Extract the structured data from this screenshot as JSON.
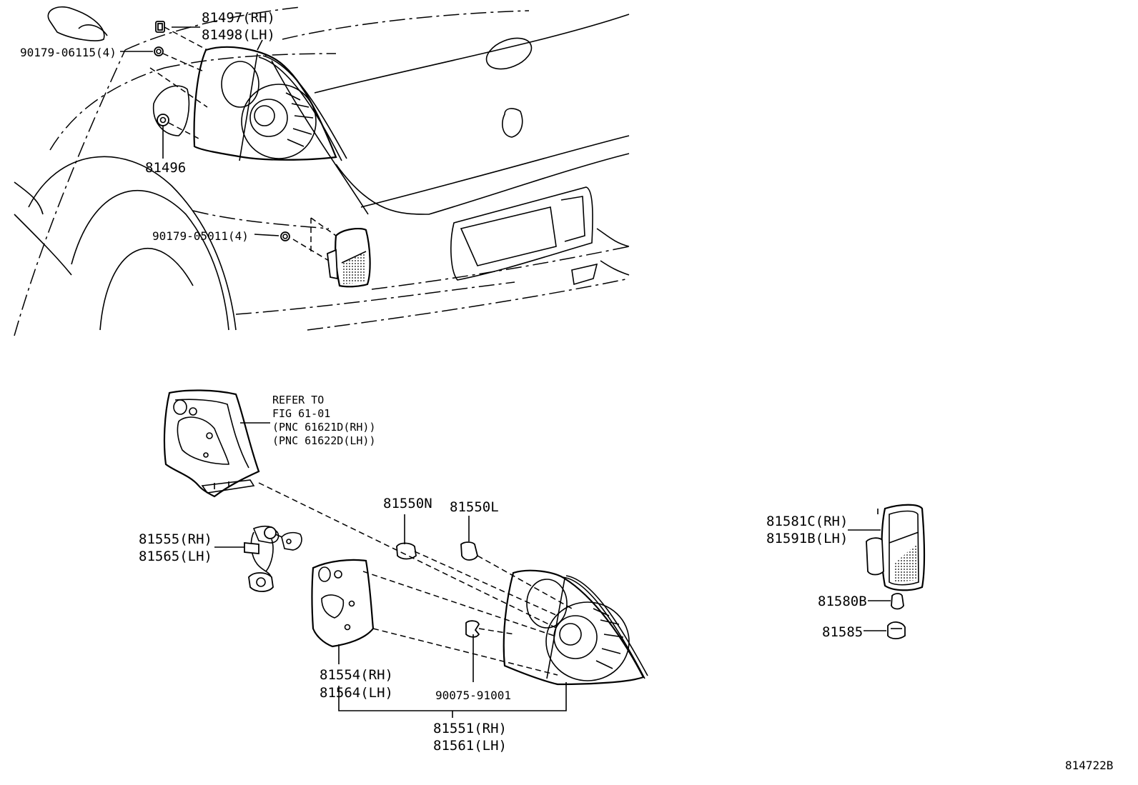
{
  "labels": {
    "p81497": "81497(RH)",
    "p81498": "81498(LH)",
    "p9017906115": "90179-06115(4)",
    "p81496": "81496",
    "p9017905011": "90179-05011(4)",
    "refer_line1": "REFER TO",
    "refer_line2": "FIG 61-01",
    "refer_line3": "(PNC 61621D(RH))",
    "refer_line4": "(PNC 61622D(LH))",
    "p81550N": "81550N",
    "p81550L": "81550L",
    "p81555": "81555(RH)",
    "p81565": "81565(LH)",
    "p81554": "81554(RH)",
    "p81564": "81564(LH)",
    "p9007591001": "90075-91001",
    "p81551": "81551(RH)",
    "p81561": "81561(LH)",
    "p81581C": "81581C(RH)",
    "p81591B": "81591B(LH)",
    "p81580B": "81580B",
    "p81585": "81585",
    "figure_id": "814722B"
  }
}
